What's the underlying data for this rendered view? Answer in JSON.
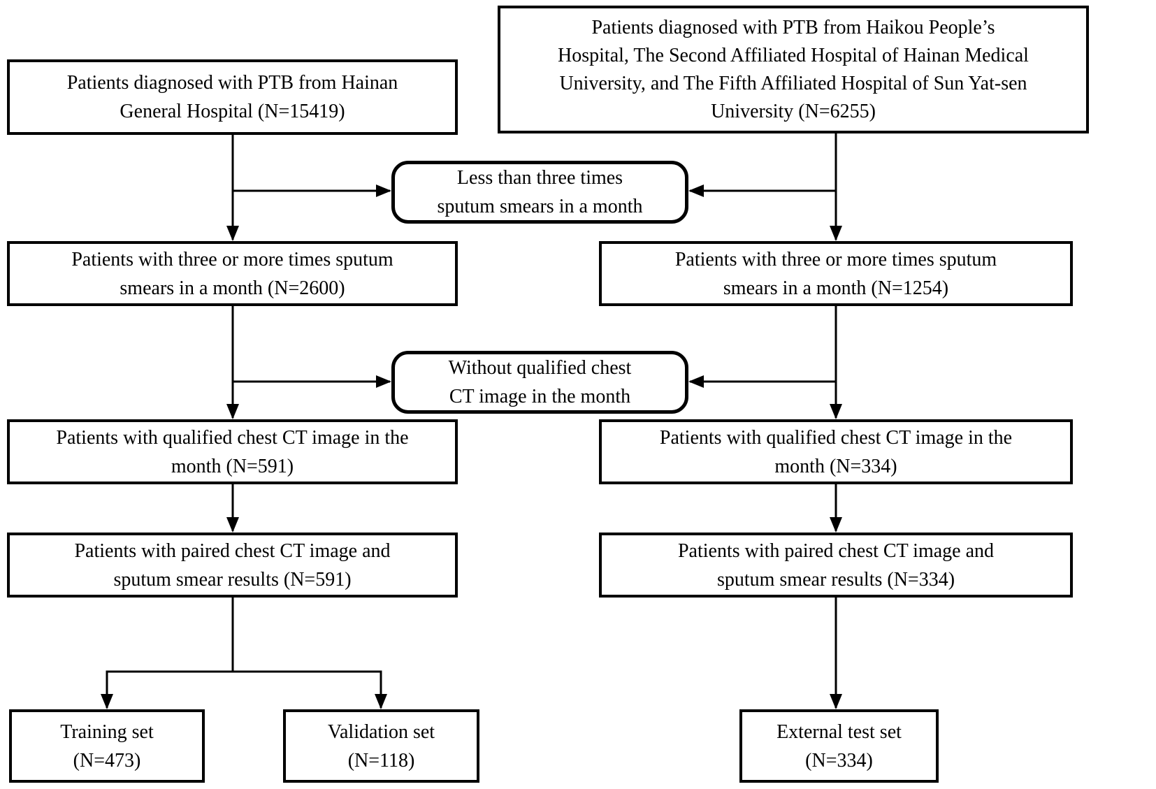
{
  "page": {
    "background_color": "#ffffff",
    "line_color": "#000000"
  },
  "flowchart": {
    "nodes": {
      "hainan_source": {
        "lines": [
          "Patients diagnosed with PTB from Hainan",
          "General Hospital (N=15419)"
        ]
      },
      "multicenter_source": {
        "lines": [
          "Patients diagnosed with PTB from Haikou People’s",
          "Hospital, The Second Affiliated Hospital of Hainan Medical",
          "University, and The Fifth Affiliated Hospital of Sun Yat-sen",
          "University (N=6255)"
        ]
      },
      "exclusion_smears": {
        "lines": [
          "Less than three times",
          "sputum smears in a month"
        ]
      },
      "hainan_smears": {
        "lines": [
          "Patients with three or more times sputum",
          "smears in a month (N=2600)"
        ]
      },
      "multicenter_smears": {
        "lines": [
          "Patients with three or more times sputum",
          "smears in a month (N=1254)"
        ]
      },
      "exclusion_ct": {
        "lines": [
          "Without qualified chest",
          "CT image in the month"
        ]
      },
      "hainan_ct": {
        "lines": [
          "Patients with qualified chest CT image in the",
          "month (N=591)"
        ]
      },
      "multicenter_ct": {
        "lines": [
          "Patients with qualified chest CT image in the",
          "month (N=334)"
        ]
      },
      "hainan_paired": {
        "lines": [
          "Patients with paired chest CT image and",
          "sputum smear results (N=591)"
        ]
      },
      "multicenter_paired": {
        "lines": [
          "Patients with paired chest CT image and",
          "sputum smear results (N=334)"
        ]
      },
      "training_set": {
        "lines": [
          "Training set",
          "(N=473)"
        ]
      },
      "validation_set": {
        "lines": [
          "Validation set",
          "(N=118)"
        ]
      },
      "external_test_set": {
        "lines": [
          "External test set",
          "(N=334)"
        ]
      }
    }
  }
}
